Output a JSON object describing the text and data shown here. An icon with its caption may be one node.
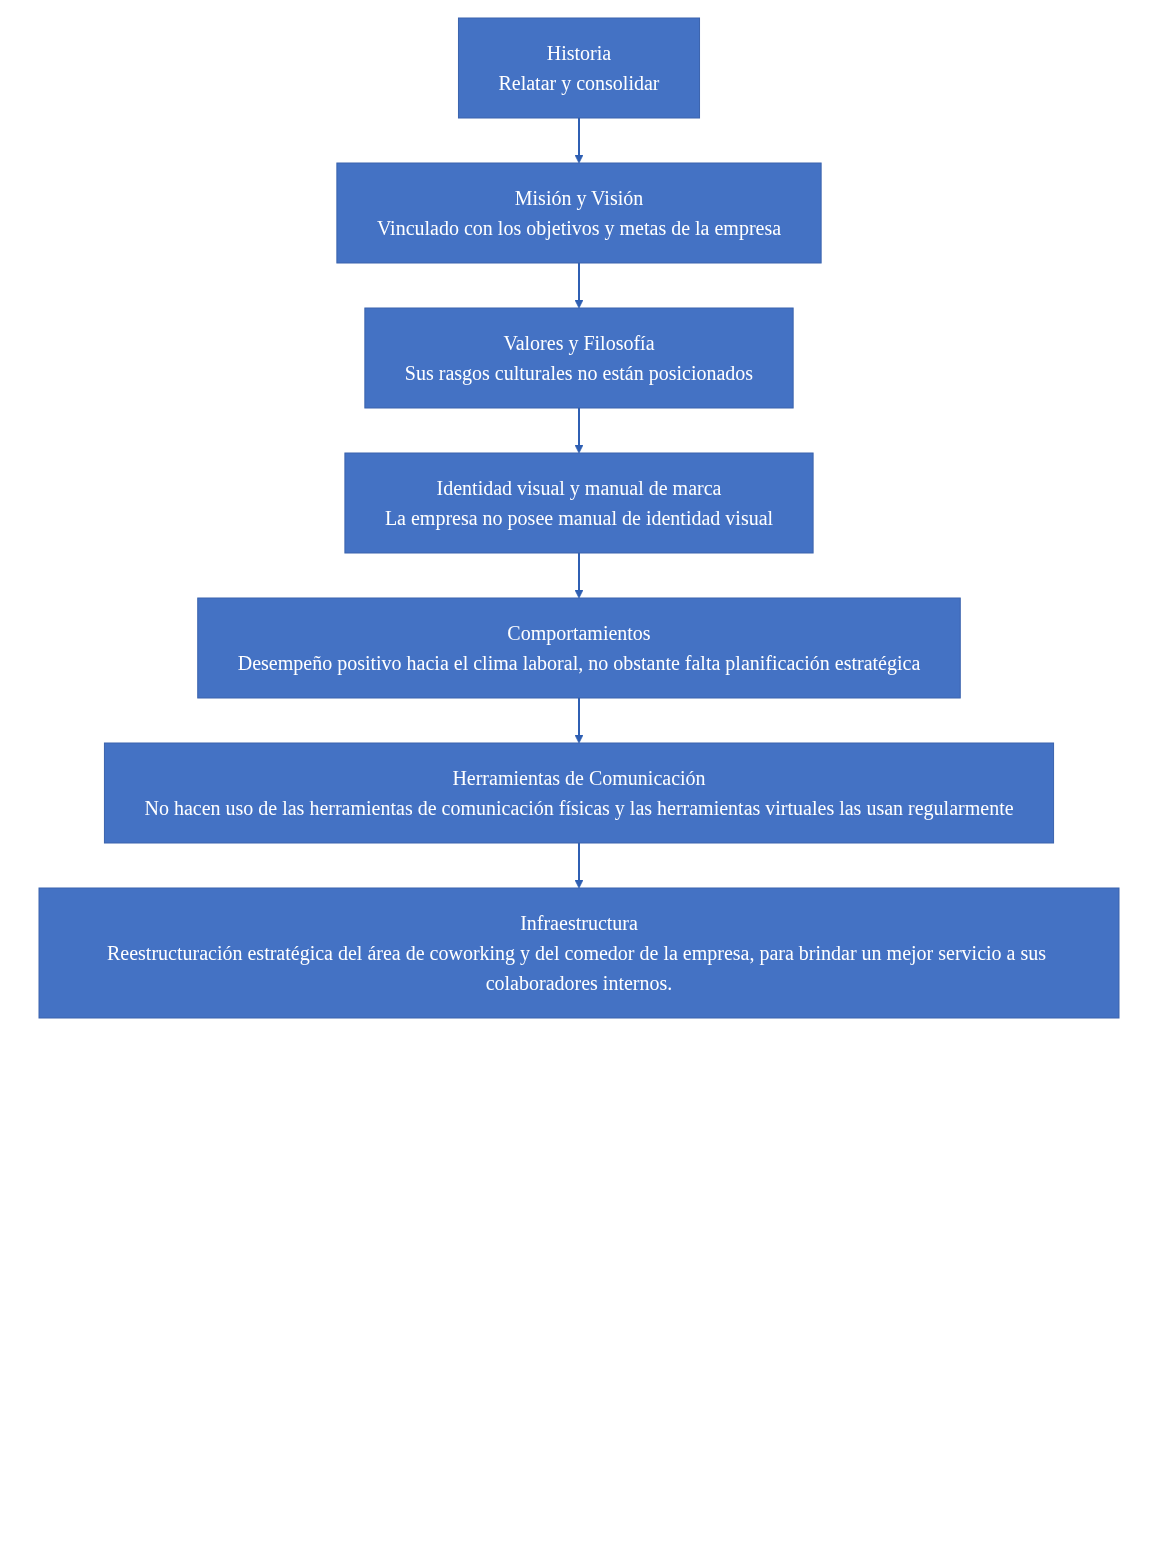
{
  "diagram": {
    "nodes": [
      {
        "text": [
          "Historia",
          "Relatar y consolidar"
        ]
      },
      {
        "text": [
          "Misión y Visión",
          "Vinculado con los objetivos y metas de la empresa"
        ]
      },
      {
        "text": [
          "Valores y Filosofía",
          "Sus rasgos culturales no están posicionados"
        ]
      },
      {
        "text": [
          "Identidad visual y manual de marca",
          "La empresa no posee manual de identidad visual"
        ]
      },
      {
        "text": [
          "Comportamientos",
          "Desempeño positivo hacia el clima laboral, no obstante falta planificación estratégica"
        ]
      },
      {
        "text": [
          "Herramientas de Comunicación",
          "No hacen uso de las herramientas de comunicación físicas y las herramientas virtuales las usan regularmente"
        ]
      },
      {
        "text": [
          "Infraestructura",
          "Reestructuración estratégica del área de coworking y del comedor de la empresa, para brindar un mejor servicio a sus colaboradores internos."
        ]
      }
    ],
    "edges": [
      {
        "from": 0,
        "to": 1,
        "arrow": "to"
      },
      {
        "from": 1,
        "to": 2,
        "arrow": "to"
      },
      {
        "from": 2,
        "to": 3,
        "arrow": "to"
      },
      {
        "from": 3,
        "to": 4,
        "arrow": "to"
      },
      {
        "from": 4,
        "to": 5,
        "arrow": "to"
      },
      {
        "from": 5,
        "to": 6,
        "arrow": "to"
      }
    ]
  }
}
